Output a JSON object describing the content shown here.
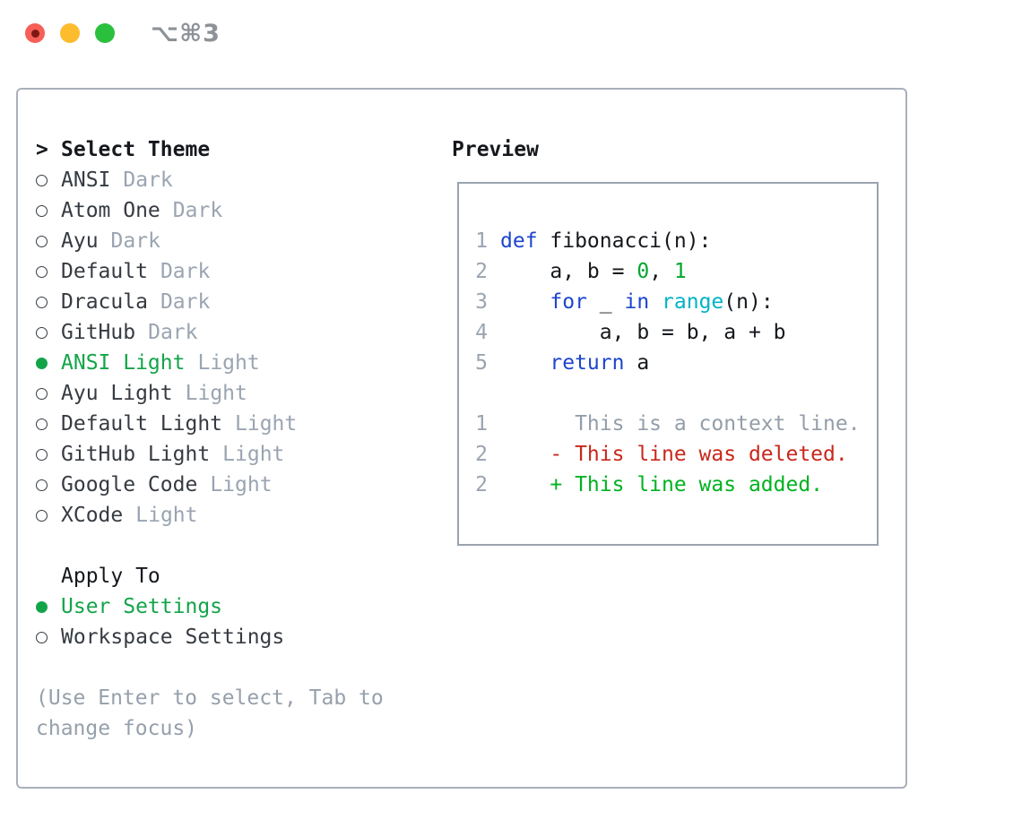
{
  "window": {
    "shortcut": "⌥⌘3"
  },
  "theme_picker": {
    "title_prefix": ">",
    "title": "Select Theme",
    "items": [
      {
        "name": "ANSI",
        "variant": "Dark",
        "selected": false
      },
      {
        "name": "Atom One",
        "variant": "Dark",
        "selected": false
      },
      {
        "name": "Ayu",
        "variant": "Dark",
        "selected": false
      },
      {
        "name": "Default",
        "variant": "Dark",
        "selected": false
      },
      {
        "name": "Dracula",
        "variant": "Dark",
        "selected": false
      },
      {
        "name": "GitHub",
        "variant": "Dark",
        "selected": false
      },
      {
        "name": "ANSI Light",
        "variant": "Light",
        "selected": true
      },
      {
        "name": "Ayu Light",
        "variant": "Light",
        "selected": false
      },
      {
        "name": "Default Light",
        "variant": "Light",
        "selected": false
      },
      {
        "name": "GitHub Light",
        "variant": "Light",
        "selected": false
      },
      {
        "name": "Google Code",
        "variant": "Light",
        "selected": false
      },
      {
        "name": "XCode",
        "variant": "Light",
        "selected": false
      }
    ]
  },
  "apply_to": {
    "title": "Apply To",
    "options": [
      {
        "label": "User Settings",
        "selected": true
      },
      {
        "label": "Workspace Settings",
        "selected": false
      }
    ]
  },
  "hint": "(Use Enter to select, Tab to change focus)",
  "preview": {
    "title": "Preview",
    "lines": [
      {
        "num": "1",
        "tokens": [
          [
            "kw",
            "def"
          ],
          [
            "pl",
            " fibonacci(n):"
          ]
        ]
      },
      {
        "num": "2",
        "tokens": [
          [
            "pl",
            "    a, b = "
          ],
          [
            "num",
            "0"
          ],
          [
            "pl",
            ", "
          ],
          [
            "num",
            "1"
          ]
        ]
      },
      {
        "num": "3",
        "tokens": [
          [
            "pl",
            "    "
          ],
          [
            "kw",
            "for"
          ],
          [
            "pl",
            " _ "
          ],
          [
            "kw",
            "in"
          ],
          [
            "pl",
            " "
          ],
          [
            "bi",
            "range"
          ],
          [
            "pl",
            "(n):"
          ]
        ]
      },
      {
        "num": "4",
        "tokens": [
          [
            "pl",
            "        a, b = b, a + b"
          ]
        ]
      },
      {
        "num": "5",
        "tokens": [
          [
            "pl",
            "    "
          ],
          [
            "kw",
            "return"
          ],
          [
            "pl",
            " a"
          ]
        ]
      },
      {
        "num": "",
        "tokens": []
      },
      {
        "num": "1",
        "tokens": [
          [
            "ctx",
            "      This is a context line."
          ]
        ]
      },
      {
        "num": "2",
        "tokens": [
          [
            "del",
            "    - This line was deleted."
          ]
        ]
      },
      {
        "num": "2",
        "tokens": [
          [
            "add",
            "    + This line was added."
          ]
        ]
      }
    ]
  },
  "colors": {
    "traffic_red": "#f65f57",
    "traffic_red_dot": "#7d1712",
    "traffic_yellow": "#fdbc2e",
    "traffic_green": "#2ac03e",
    "shortcut_gray": "#8d9298",
    "panel_border": "#a9b0bb",
    "preview_border": "#9ba3ae",
    "text_black": "#15181c",
    "text_dark": "#363b42",
    "muted": "#9aa4b1",
    "accent_green": "#13a449",
    "keyword_blue": "#1d45cd",
    "builtin_cyan": "#00b3c6",
    "number_green": "#00a62e",
    "deleted_red": "#c9271b",
    "added_green": "#00b221",
    "linenum_gray": "#9aa4b1",
    "context_gray": "#939ea9",
    "hint_gray": "#96a0ac"
  }
}
